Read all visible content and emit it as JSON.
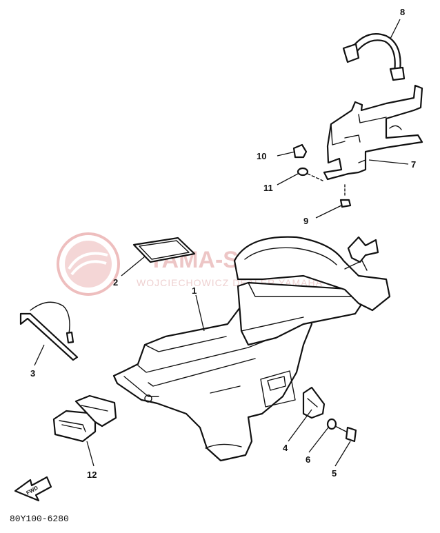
{
  "diagram": {
    "callouts": [
      {
        "id": "1",
        "label": "1"
      },
      {
        "id": "2",
        "label": "2"
      },
      {
        "id": "3",
        "label": "3"
      },
      {
        "id": "4",
        "label": "4"
      },
      {
        "id": "5",
        "label": "5"
      },
      {
        "id": "6",
        "label": "6"
      },
      {
        "id": "7",
        "label": "7"
      },
      {
        "id": "8",
        "label": "8"
      },
      {
        "id": "9",
        "label": "9"
      },
      {
        "id": "10",
        "label": "10"
      },
      {
        "id": "11",
        "label": "11"
      },
      {
        "id": "12",
        "label": "12"
      }
    ],
    "direction_label": "FWD",
    "drawing_code": "80Y100-6280"
  },
  "watermark": {
    "brand": "YAMA-SKLEP.PL",
    "subtitle": "WOJCIECHOWICZ DEALER YAMAHA",
    "color": "#e8a0a0"
  }
}
